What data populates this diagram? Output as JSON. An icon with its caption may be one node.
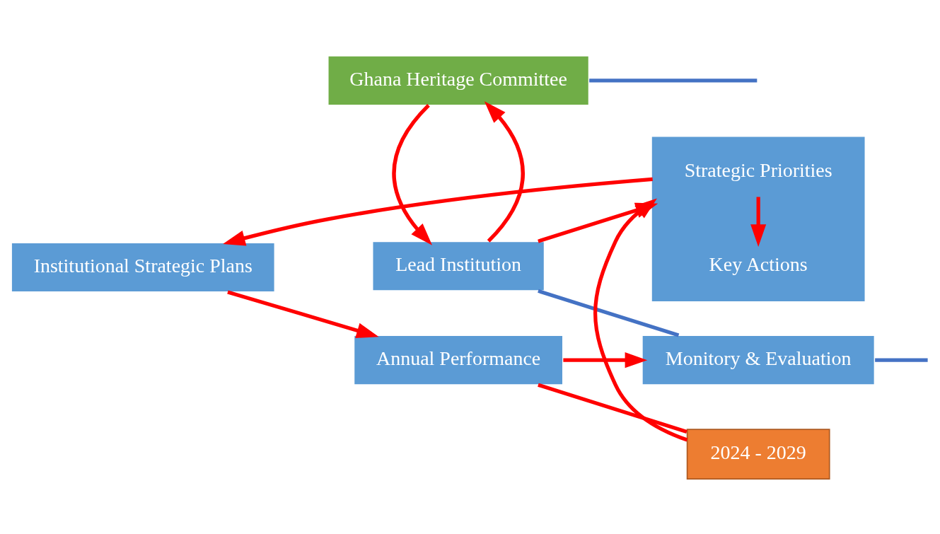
{
  "diagram": {
    "nodes": [
      {
        "text": [
          "Lead Institution"
        ]
      },
      {
        "text": [],
        "shape": "box"
      },
      {
        "text": [
          "Strategic Priorities"
        ],
        "in": 1
      },
      {
        "text": [
          "Key Actions"
        ],
        "in": 1
      },
      {
        "text": [
          "Institutional Strategic Plans"
        ]
      },
      {
        "text": [
          "Annual Performance"
        ]
      },
      {
        "text": [
          "Monitory & Evaluation"
        ]
      },
      {
        "text": [
          "2024 - 2029"
        ]
      },
      {
        "text": [
          "Ghana Heritage Committee"
        ]
      }
    ],
    "edges": [
      {
        "from": 0,
        "to": 1,
        "arrow": "to"
      },
      {
        "from": 2,
        "to": 3,
        "arrow": "to"
      },
      {
        "from": 1,
        "to": 4,
        "arrow": "to"
      },
      {
        "from": 4,
        "to": 5,
        "arrow": "to"
      },
      {
        "from": 5,
        "to": 6,
        "arrow": "to"
      },
      {
        "from": 5,
        "to": 7,
        "arrow": "none"
      },
      {
        "from": 7,
        "to": 1,
        "arrow": "to"
      },
      {
        "from": 0,
        "to": 8,
        "arrow": "to"
      },
      {
        "from": 8,
        "to": 0,
        "arrow": "to"
      },
      {
        "from": 0,
        "to": 6,
        "arrow": "none",
        "color": "#4472c4"
      },
      {
        "from": 8,
        "to": null,
        "arrow": "none",
        "color": "#4472c4"
      },
      {
        "from": 6,
        "to": null,
        "arrow": "none",
        "color": "#4472c4"
      }
    ]
  }
}
